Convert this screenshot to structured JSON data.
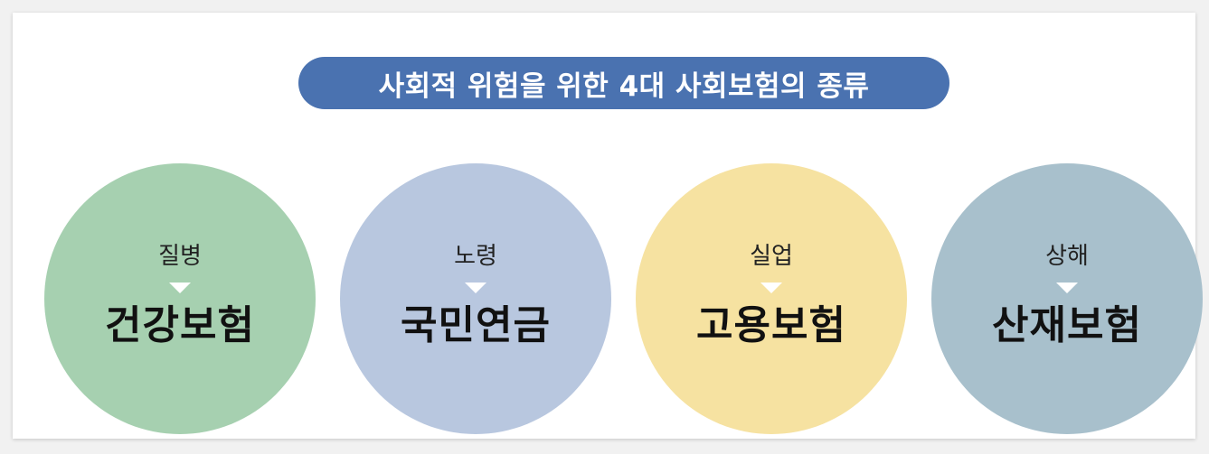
{
  "title": "사회적 위험을 위한 4대 사회보험의 종류",
  "colors": {
    "title_bg": "#4a72b0",
    "arrow": "#ffffff"
  },
  "items": [
    {
      "risk": "질병",
      "insurance": "건강보험",
      "color": "#a6d0b0"
    },
    {
      "risk": "노령",
      "insurance": "국민연금",
      "color": "#b8c7df"
    },
    {
      "risk": "실업",
      "insurance": "고용보험",
      "color": "#f6e2a1"
    },
    {
      "risk": "상해",
      "insurance": "산재보험",
      "color": "#a8c0cc"
    }
  ]
}
